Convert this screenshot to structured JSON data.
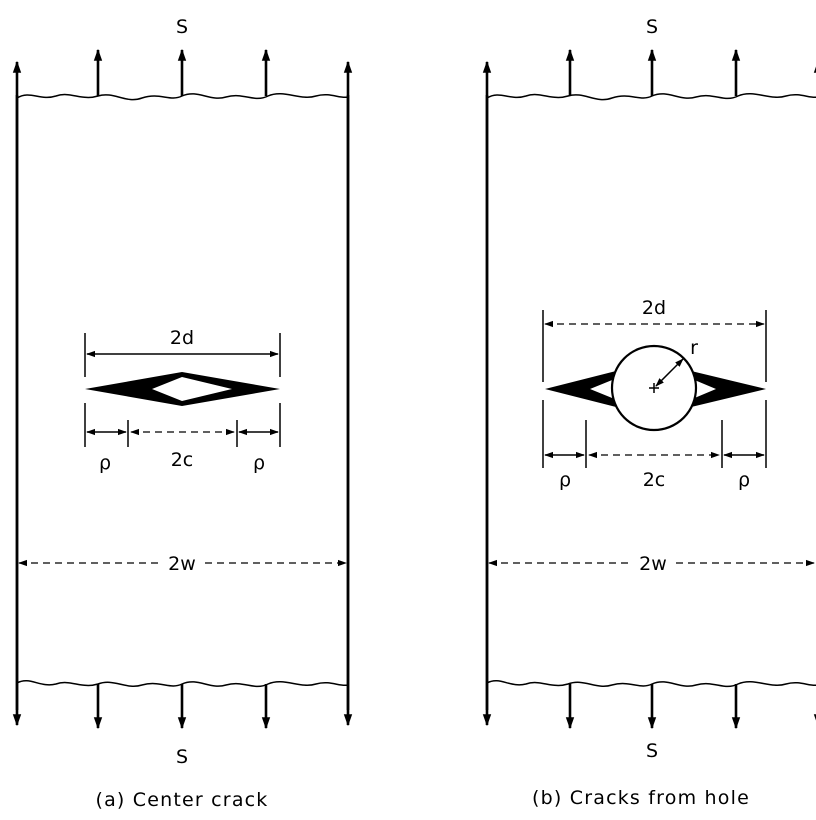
{
  "panel_a": {
    "load_top": "S",
    "load_bottom": "S",
    "dim_2d": "2d",
    "dim_rho_left": "ρ",
    "dim_2c": "2c",
    "dim_rho_right": "ρ",
    "dim_2w": "2w",
    "caption": "(a) Center crack"
  },
  "panel_b": {
    "load_top": "S",
    "load_bottom": "S",
    "dim_2d": "2d",
    "radius_label": "r",
    "dim_rho_left": "ρ",
    "dim_2c": "2c",
    "dim_rho_right": "ρ",
    "dim_2w": "2w",
    "caption": "(b) Cracks from hole"
  }
}
